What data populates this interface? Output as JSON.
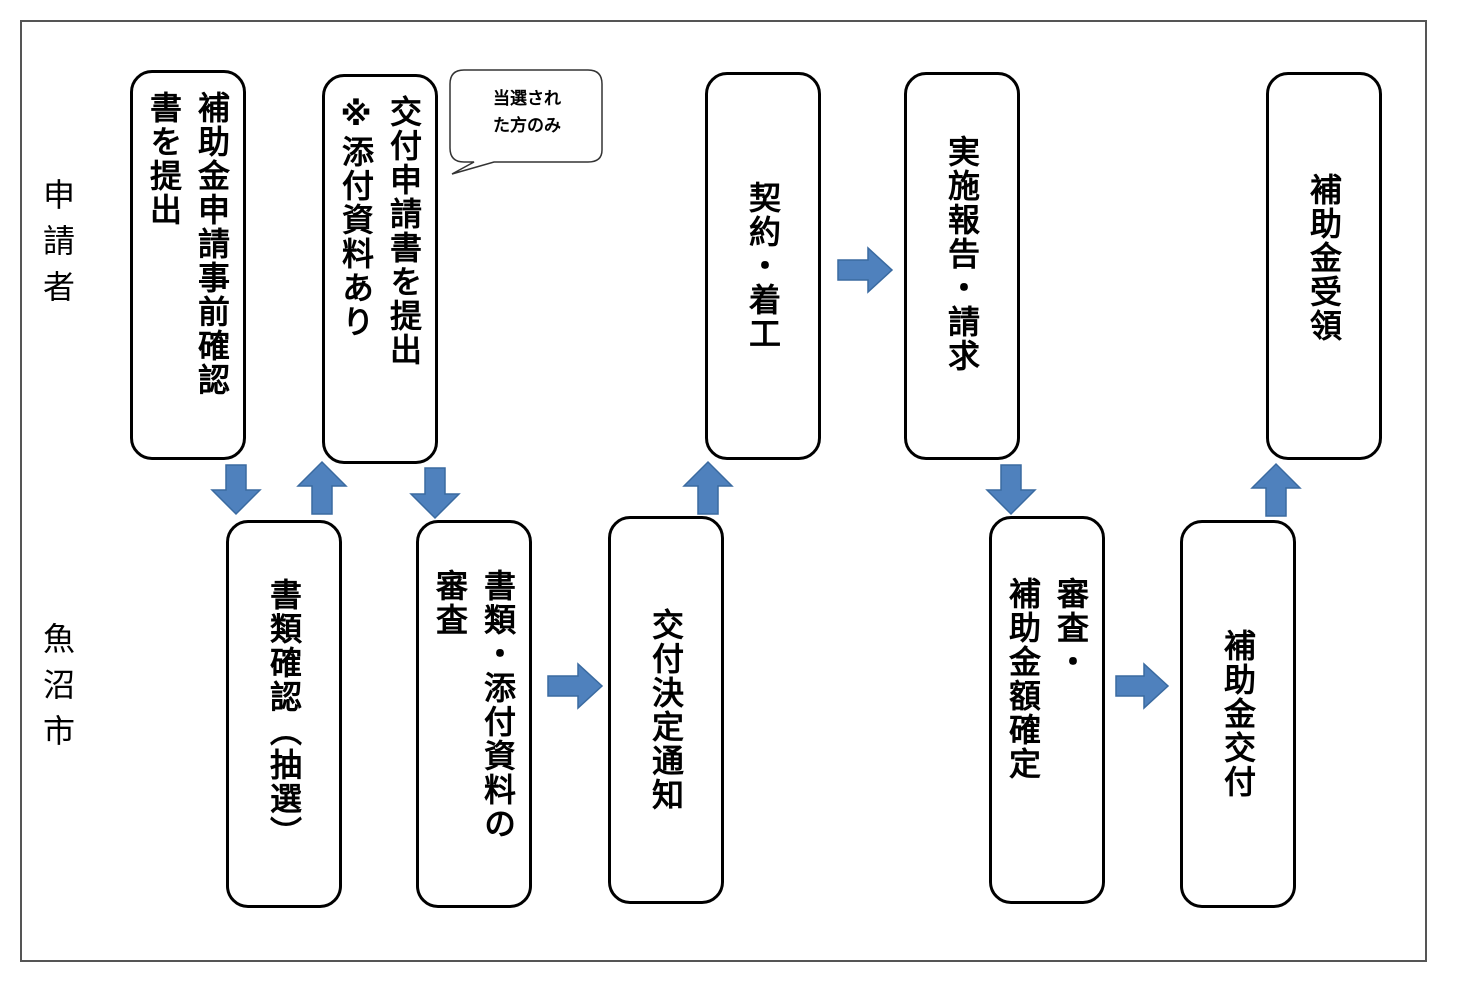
{
  "lanes": {
    "applicant": "申請者",
    "city": "魚沼市"
  },
  "boxes": {
    "pre_confirm": "補助金申請事前確認\n書を提出",
    "grant_application": "交付申請書を提出\n※添付資料あり",
    "contract": "契約・着工",
    "report": "実施報告・請求",
    "receive": "補助金受領",
    "doc_check": "書類確認（抽選）",
    "doc_review": "書類・添付資料の\n審査",
    "decision_notice": "交付決定通知",
    "amount_confirm": "審査・\n補助金額確定",
    "grant_payment": "補助金交付"
  },
  "callout": "当選され\nた方のみ",
  "colors": {
    "arrow_fill": "#4f81bd",
    "arrow_stroke": "#3a6aa0",
    "lane_top_bg": "#d9d9d9"
  }
}
